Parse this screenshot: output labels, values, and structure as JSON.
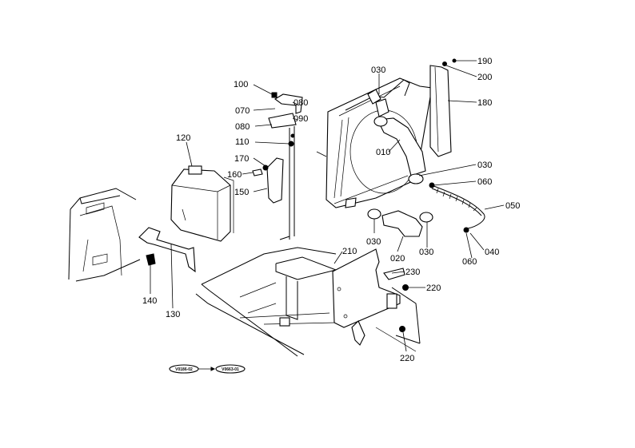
{
  "parts": [
    {
      "id": "p010",
      "number": "010"
    },
    {
      "id": "p020",
      "number": "020"
    },
    {
      "id": "p030a",
      "number": "030"
    },
    {
      "id": "p030b",
      "number": "030"
    },
    {
      "id": "p030c",
      "number": "030"
    },
    {
      "id": "p030d",
      "number": "030"
    },
    {
      "id": "p040",
      "number": "040"
    },
    {
      "id": "p050",
      "number": "050"
    },
    {
      "id": "p060a",
      "number": "060"
    },
    {
      "id": "p060b",
      "number": "060"
    },
    {
      "id": "p070",
      "number": "070"
    },
    {
      "id": "p080a",
      "number": "080"
    },
    {
      "id": "p080b",
      "number": "080"
    },
    {
      "id": "p090",
      "number": "090"
    },
    {
      "id": "p100",
      "number": "100"
    },
    {
      "id": "p110",
      "number": "110"
    },
    {
      "id": "p120",
      "number": "120"
    },
    {
      "id": "p130",
      "number": "130"
    },
    {
      "id": "p140",
      "number": "140"
    },
    {
      "id": "p150",
      "number": "150"
    },
    {
      "id": "p160",
      "number": "160"
    },
    {
      "id": "p170",
      "number": "170"
    },
    {
      "id": "p180",
      "number": "180"
    },
    {
      "id": "p190",
      "number": "190"
    },
    {
      "id": "p200",
      "number": "200"
    },
    {
      "id": "p210",
      "number": "210"
    },
    {
      "id": "p220a",
      "number": "220"
    },
    {
      "id": "p220b",
      "number": "220"
    },
    {
      "id": "p230",
      "number": "230"
    }
  ],
  "serial_range": {
    "from": "V0186-02",
    "to": "V0663-01"
  }
}
